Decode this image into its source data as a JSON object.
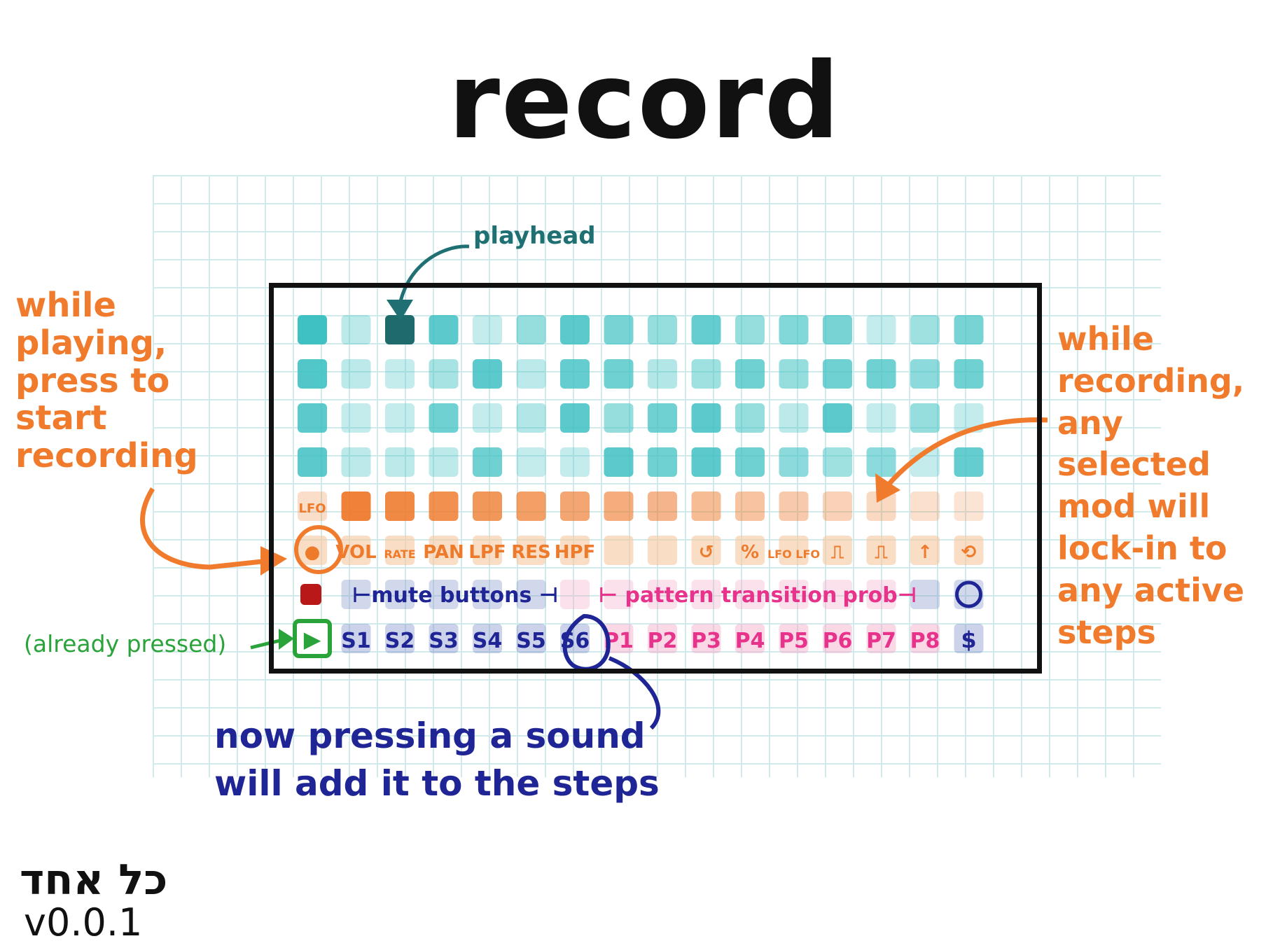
{
  "title": "record",
  "annotations": {
    "left": "while playing, press to start recording",
    "right": "while recording, any selected mod will lock-in to any active steps",
    "playhead": "playhead",
    "already_pressed": "(already pressed)",
    "bottom": "now pressing a sound will add it to the steps"
  },
  "signature": "כל אחד",
  "version": "v0.0.1",
  "colors": {
    "teal": "#3fc1c3",
    "teal_dark": "#1f6b6b",
    "orange": "#ee7a2c",
    "orange_light": "#f6c79f",
    "navy": "#1f2594",
    "pink": "#e8338c",
    "green": "#2aa33a",
    "dark_red": "#b81818",
    "grid": "#cfe9ec"
  },
  "mod_labels": [
    "LFO",
    "",
    "",
    "",
    "",
    "",
    "",
    "",
    "",
    "",
    "",
    "",
    "",
    "",
    "",
    ""
  ],
  "control_labels": [
    "●",
    "VOL",
    "RATE",
    "PAN",
    "LPF",
    "RES",
    "HPF",
    "",
    "",
    "↺",
    "%",
    "LFO LFO",
    "⎍",
    "⎍",
    "↑",
    "⟲"
  ],
  "control_row_inline": {
    "mute": "⊢mute buttons ⊣",
    "pattern": "⊢ pattern transition",
    "prob": "prob⊣"
  },
  "bottom_row": {
    "play": "▶",
    "sounds": [
      "S1",
      "S2",
      "S3",
      "S4",
      "S5",
      "S6"
    ],
    "patterns": [
      "P1",
      "P2",
      "P3",
      "P4",
      "P5",
      "P6",
      "P7",
      "P8"
    ],
    "last": "$"
  }
}
